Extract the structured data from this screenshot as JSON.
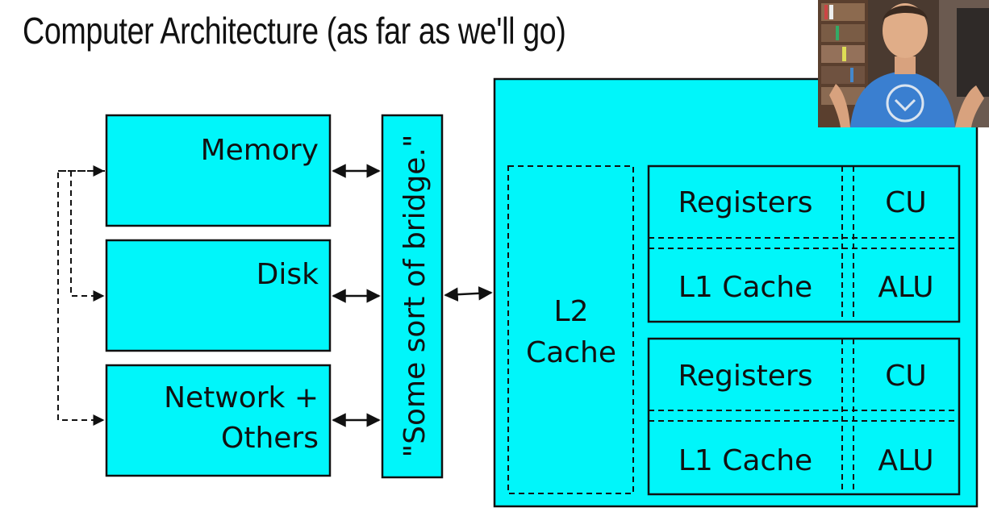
{
  "slide": {
    "title": "Computer Architecture (as far as we'll go)"
  },
  "diagram": {
    "memory": "Memory",
    "disk": "Disk",
    "network_line1": "Network +",
    "network_line2": "Others",
    "bridge": "\"Some sort of bridge.\"",
    "l2_line1": "L2",
    "l2_line2": "Cache",
    "core1": {
      "registers": "Registers",
      "cu": "CU",
      "l1": "L1 Cache",
      "alu": "ALU"
    },
    "core2": {
      "registers": "Registers",
      "cu": "CU",
      "l1": "L1 Cache",
      "alu": "ALU"
    }
  },
  "colors": {
    "box_fill": "#00f6fa",
    "stroke": "#111111",
    "shirt": "#3a7fd0"
  }
}
